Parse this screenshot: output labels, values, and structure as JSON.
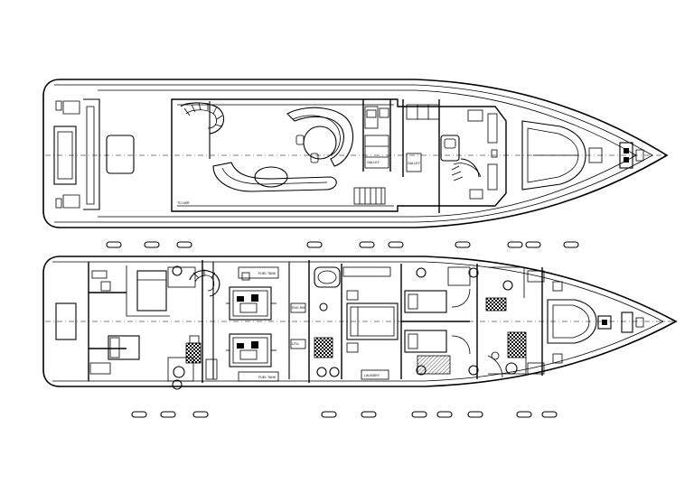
{
  "labels": {
    "fuel_tank_port": "FUEL TANK",
    "fuel_tank_stbd": "FUEL TANK",
    "to_lower": "TO LWR",
    "galley_a": "GALLEY",
    "galley_b": "GALLEY",
    "laundry": "LAUNDRY",
    "engine_room": "ENG RM",
    "utility": "UTIL"
  },
  "colors": {
    "line": "#000000",
    "background": "#ffffff"
  }
}
